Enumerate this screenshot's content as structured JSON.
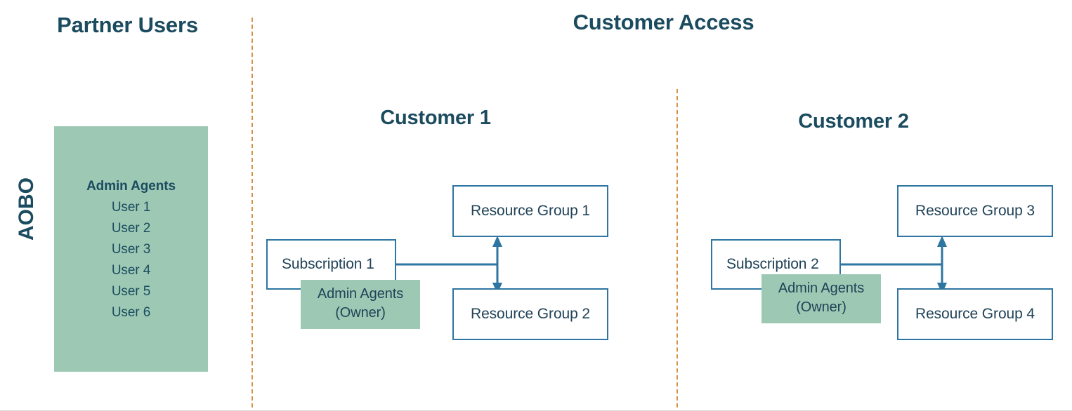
{
  "headings": {
    "partner_users": "Partner Users",
    "customer_access": "Customer Access",
    "customer_1": "Customer 1",
    "customer_2": "Customer 2"
  },
  "aobo": {
    "label": "AOBO"
  },
  "partner_panel": {
    "title": "Admin Agents",
    "users": [
      "User 1",
      "User 2",
      "User 3",
      "User 4",
      "User 5",
      "User 6"
    ]
  },
  "customers": [
    {
      "name": "Customer 1",
      "subscription": "Subscription 1",
      "owner_tag": "Admin Agents\n(Owner)",
      "owner_tag_line1": "Admin Agents",
      "owner_tag_line2": "(Owner)",
      "resource_groups": [
        "Resource Group 1",
        "Resource Group 2"
      ]
    },
    {
      "name": "Customer 2",
      "subscription": "Subscription 2",
      "owner_tag": "Admin Agents\n(Owner)",
      "owner_tag_line1": "Admin Agents",
      "owner_tag_line2": "(Owner)",
      "resource_groups": [
        "Resource Group 3",
        "Resource Group 4"
      ]
    }
  ],
  "colors": {
    "heading_text": "#1b4b5f",
    "box_border": "#2e75a2",
    "box_text": "#1f4257",
    "green_fill": "#9dc9b4",
    "divider_dash": "#d6914a",
    "connector": "#2e75a2",
    "background": "#ffffff"
  }
}
